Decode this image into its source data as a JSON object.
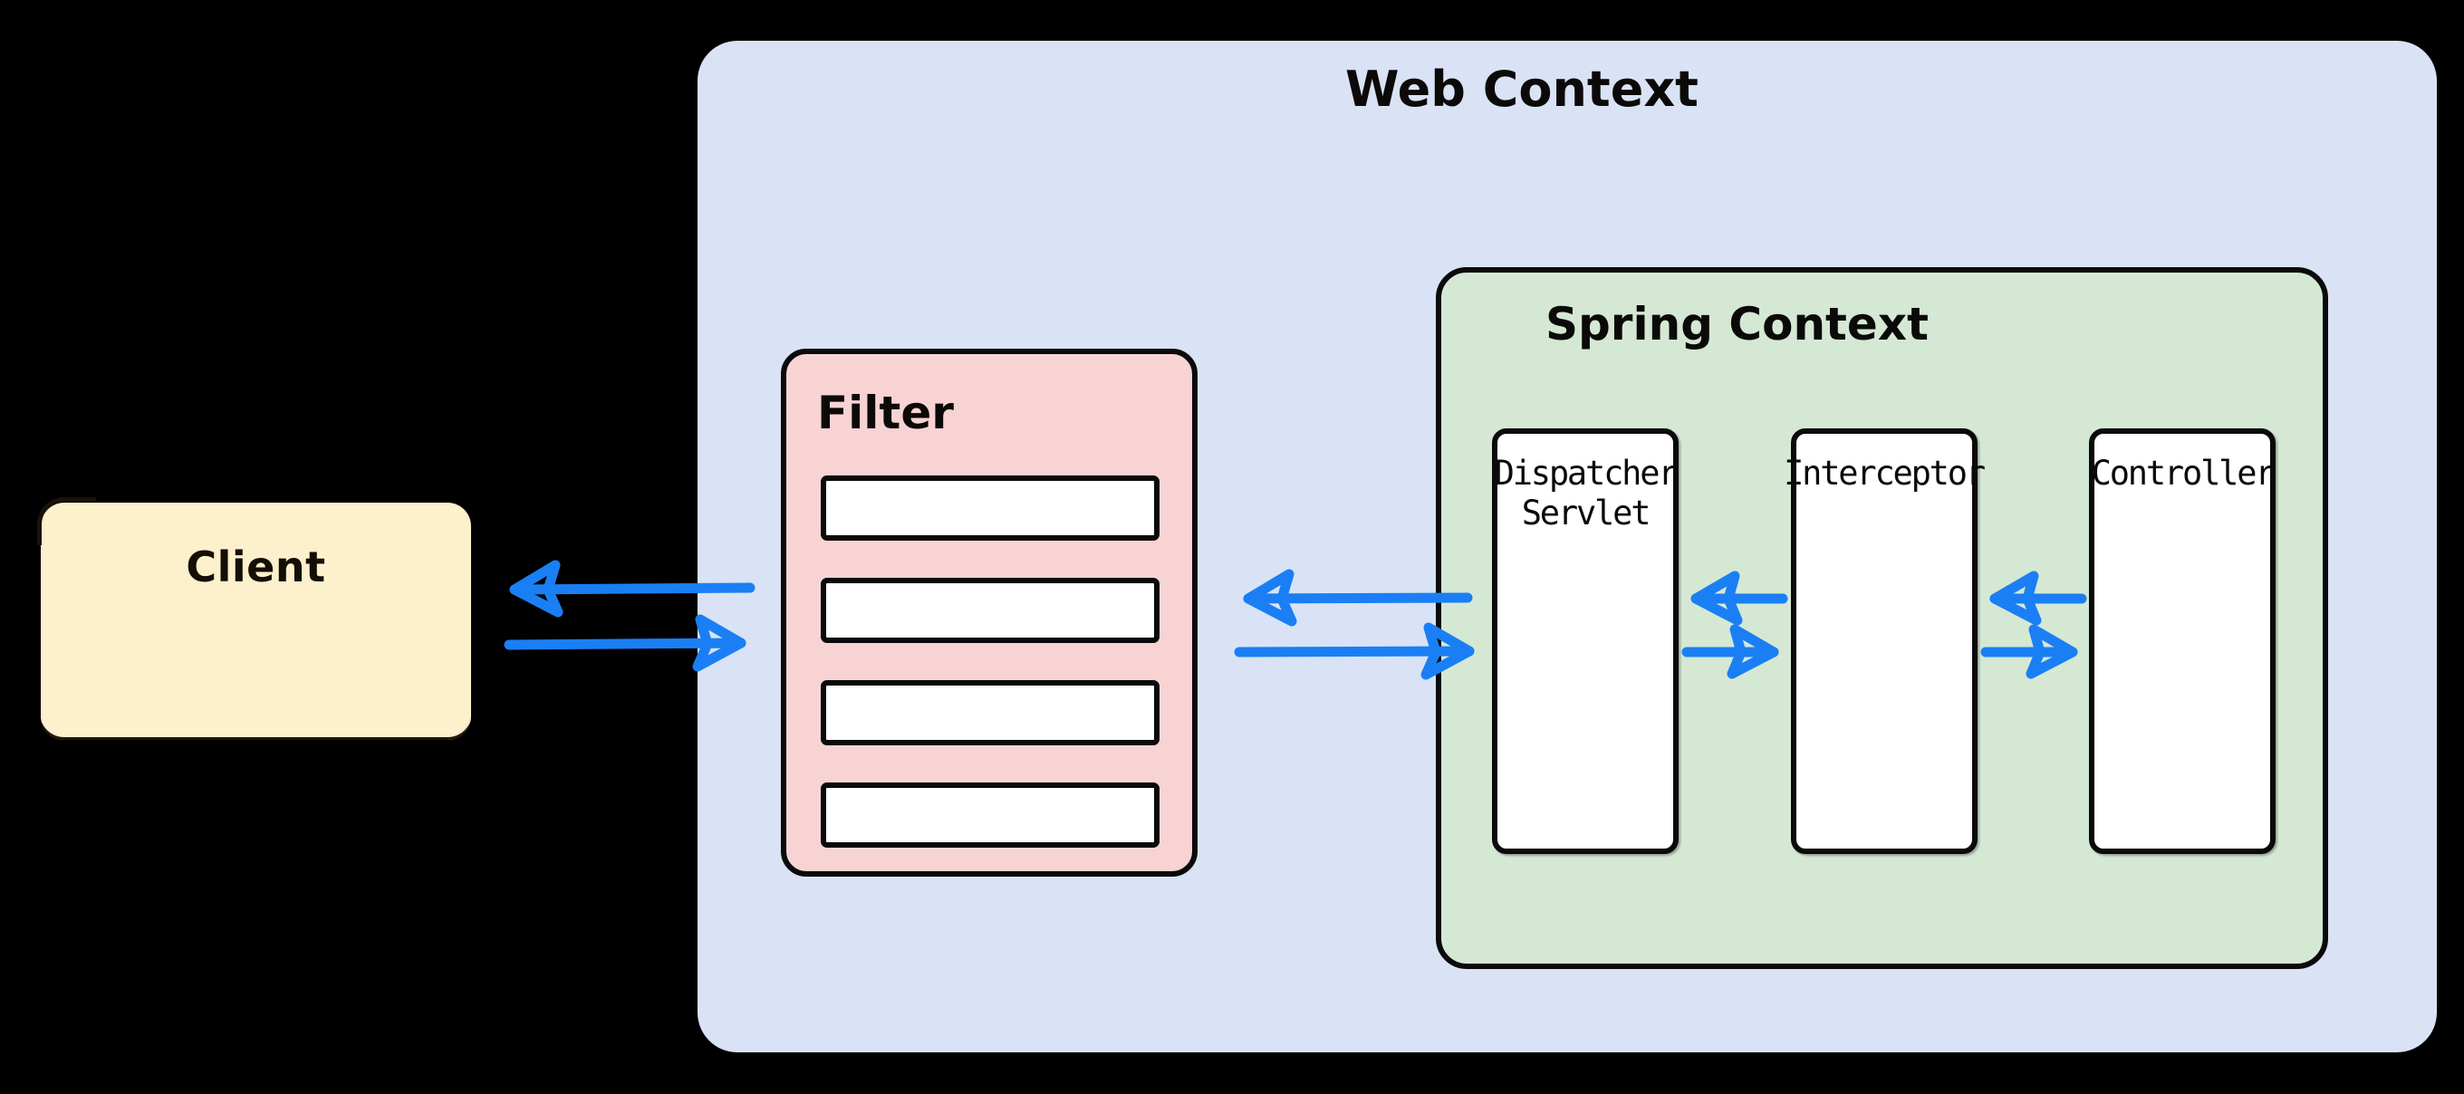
{
  "diagram": {
    "title_bar": "Web Context",
    "canvas_bg": "#000000",
    "colors": {
      "client_fill": "#fdf0cd",
      "web_context_fill": "#d9e3f5",
      "filter_fill": "#f8d3d3",
      "spring_context_fill": "#d5e8d4",
      "component_fill": "#ffffff",
      "arrow": "#1a7ff5",
      "stroke": "#0a0a0a"
    }
  },
  "client": {
    "label": "Client"
  },
  "web_context": {
    "label": "Web Context"
  },
  "filter": {
    "label": "Filter",
    "chain": [
      {
        "label": ""
      },
      {
        "label": ""
      },
      {
        "label": ""
      },
      {
        "label": ""
      }
    ]
  },
  "spring_context": {
    "label": "Spring Context",
    "components": [
      {
        "label": "Dispatcher\nServlet"
      },
      {
        "label": "Interceptor"
      },
      {
        "label": "Controller"
      }
    ]
  },
  "arrows": [
    {
      "id": "client-response",
      "from": "Filter",
      "to": "Client",
      "direction": "left"
    },
    {
      "id": "client-request",
      "from": "Client",
      "to": "Filter",
      "direction": "right"
    },
    {
      "id": "filter-response",
      "from": "Dispatcher Servlet",
      "to": "Filter",
      "direction": "left"
    },
    {
      "id": "filter-request",
      "from": "Filter",
      "to": "Dispatcher Servlet",
      "direction": "right"
    },
    {
      "id": "dispatcher-response",
      "from": "Interceptor",
      "to": "Dispatcher Servlet",
      "direction": "left"
    },
    {
      "id": "dispatcher-request",
      "from": "Dispatcher Servlet",
      "to": "Interceptor",
      "direction": "right"
    },
    {
      "id": "interceptor-response",
      "from": "Controller",
      "to": "Interceptor",
      "direction": "left"
    },
    {
      "id": "interceptor-request",
      "from": "Interceptor",
      "to": "Controller",
      "direction": "right"
    }
  ]
}
